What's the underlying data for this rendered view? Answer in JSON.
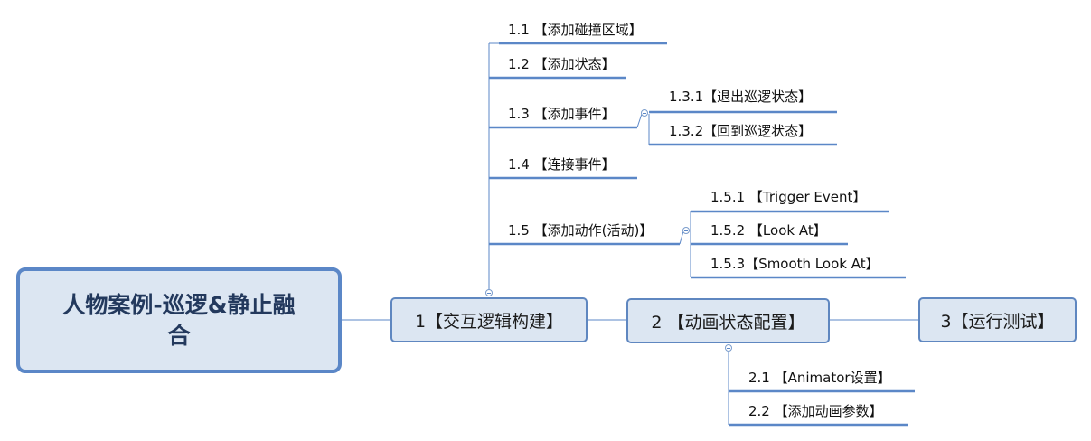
{
  "root": {
    "label": "人物案例-巡逻&静止融合"
  },
  "main": [
    {
      "label": "1【交互逻辑构建】"
    },
    {
      "label": "2 【动画状态配置】"
    },
    {
      "label": "3【运行测试】"
    }
  ],
  "branch1": [
    {
      "label": "1.1 【添加碰撞区域】"
    },
    {
      "label": "1.2 【添加状态】"
    },
    {
      "label": "1.3 【添加事件】"
    },
    {
      "label": "1.4 【连接事件】"
    },
    {
      "label": "1.5 【添加动作(活动)】"
    }
  ],
  "branch1_3": [
    {
      "label": "1.3.1【退出巡逻状态】"
    },
    {
      "label": "1.3.2【回到巡逻状态】"
    }
  ],
  "branch1_5": [
    {
      "label": "1.5.1 【Trigger Event】"
    },
    {
      "label": "1.5.2 【Look At】"
    },
    {
      "label": "1.5.3【Smooth Look At】"
    }
  ],
  "branch2": [
    {
      "label": "2.1 【Animator设置】"
    },
    {
      "label": "2.2 【添加动画参数】"
    }
  ],
  "colors": {
    "box_fill": "#dce6f2",
    "box_border": "#5f87c0",
    "line": "#5b87c7",
    "root_text": "#23395d"
  }
}
